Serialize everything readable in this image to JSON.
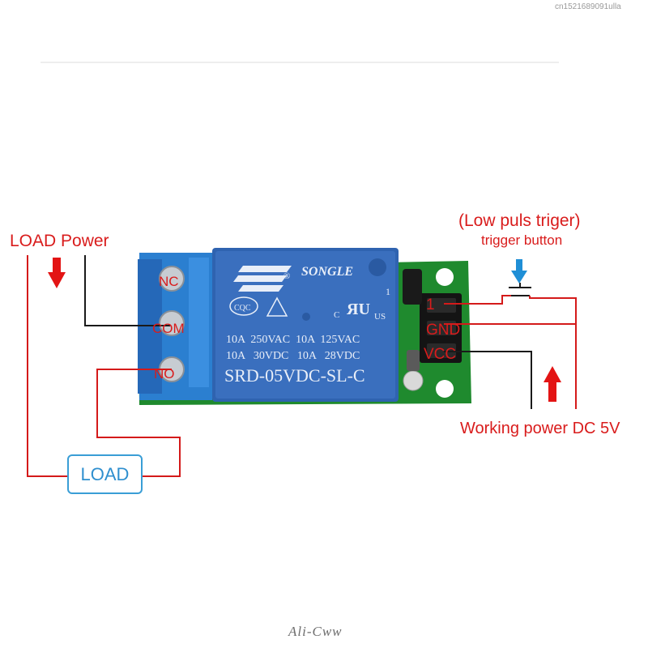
{
  "watermark": "cn1521689091ulla",
  "signature": "Ali-Cww",
  "labels": {
    "load_power": "LOAD Power",
    "low_puls": "(Low puls triger)",
    "trigger_button": "trigger button",
    "working_power": "Working power DC 5V",
    "load": "LOAD"
  },
  "terminals": {
    "nc": "NC",
    "com": "COM",
    "no": "NO"
  },
  "pins": {
    "one": "1",
    "gnd": "GND",
    "vcc": "VCC"
  },
  "relay": {
    "brand": "SONGLE",
    "rating1": "10A  250VAC  10A  125VAC",
    "rating2": "10A   30VDC   10A   28VDC",
    "model": "SRD-05VDC-SL-C",
    "cqc": "CQC",
    "c_mark": "C",
    "us_mark": "US",
    "pin_mark": "1"
  },
  "colors": {
    "wire_red": "#d41a1a",
    "wire_black": "#1a1a1a",
    "arrow_red": "#e31414",
    "arrow_blue": "#1f8fd6",
    "relay_blue": "#2f63b0",
    "terminal_blue": "#2b7fd0",
    "pcb_green": "#1f8a2e",
    "load_border": "#3a9ed6"
  }
}
